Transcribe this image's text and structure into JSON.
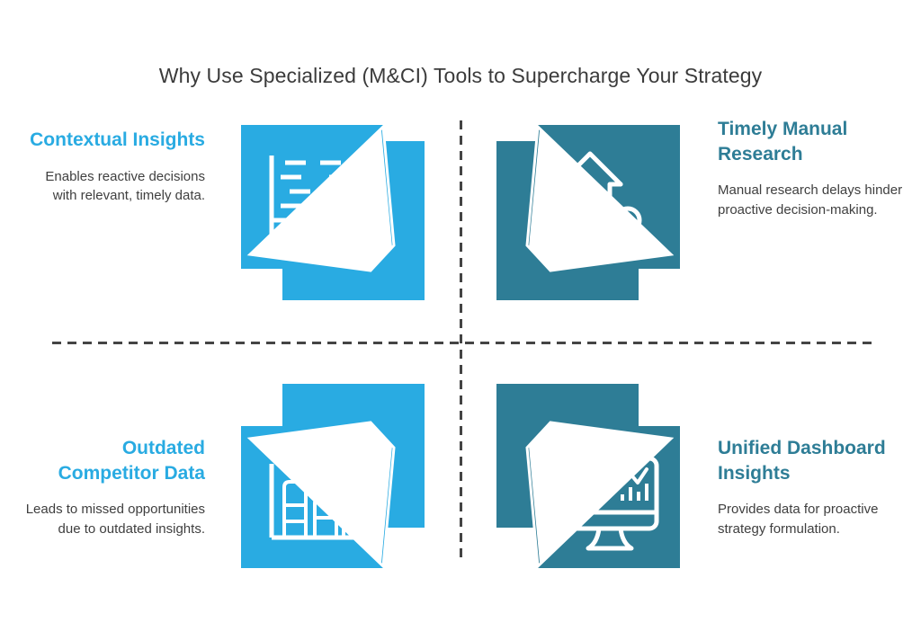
{
  "title": "Why Use Specialized (M&CI) Tools to Supercharge Your Strategy",
  "colors": {
    "light_blue": "#29abe2",
    "teal": "#2e7d96",
    "title_text": "#3b3b3b",
    "body_text": "#3f3f3f",
    "divider": "#444444",
    "background": "#ffffff",
    "icon_stroke": "#ffffff"
  },
  "quadrants": [
    {
      "id": "top-left",
      "heading": "Contextual Insights",
      "body": "Enables reactive decisions with relevant, timely data.",
      "align": "right",
      "heading_color": "#29abe2",
      "icon_name": "scatter-plot-document-icon",
      "icon_color": "#29abe2"
    },
    {
      "id": "top-right",
      "heading": "Timely Manual Research",
      "body": "Manual research delays hinder proactive decision-making.",
      "align": "left",
      "heading_color": "#2e7d96",
      "icon_name": "people-growth-arrow-icon",
      "icon_color": "#2e7d96"
    },
    {
      "id": "bottom-left",
      "heading": "Outdated Competitor Data",
      "body": "Leads to missed opportunities due to outdated insights.",
      "align": "right",
      "heading_color": "#29abe2",
      "icon_name": "bar-chart-document-icon",
      "icon_color": "#29abe2"
    },
    {
      "id": "bottom-right",
      "heading": "Unified Dashboard Insights",
      "body": "Provides data for proactive strategy formulation.",
      "align": "left",
      "heading_color": "#2e7d96",
      "icon_name": "dashboard-monitor-icon",
      "icon_color": "#2e7d96"
    }
  ],
  "dividers": {
    "horizontal_label": "horizontal-dashed-divider",
    "vertical_label": "vertical-dashed-divider"
  }
}
